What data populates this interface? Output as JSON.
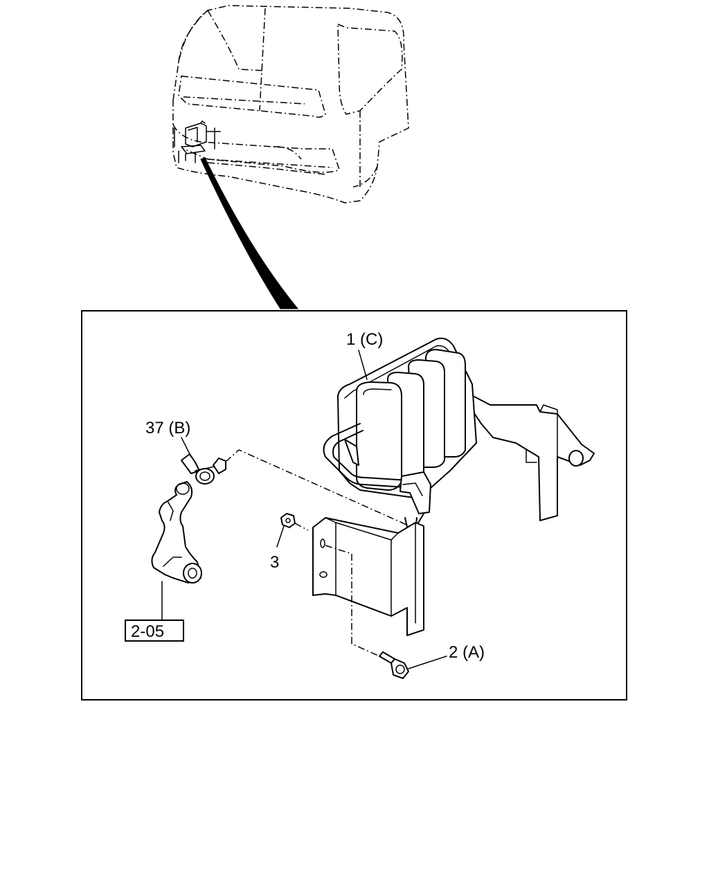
{
  "callouts": {
    "part_1": "1 (C)",
    "part_37": "37 (B)",
    "part_3": "3",
    "part_2": "2 (A)",
    "ref_box": "2-05"
  },
  "colors": {
    "line": "#000000",
    "background": "#ffffff"
  }
}
